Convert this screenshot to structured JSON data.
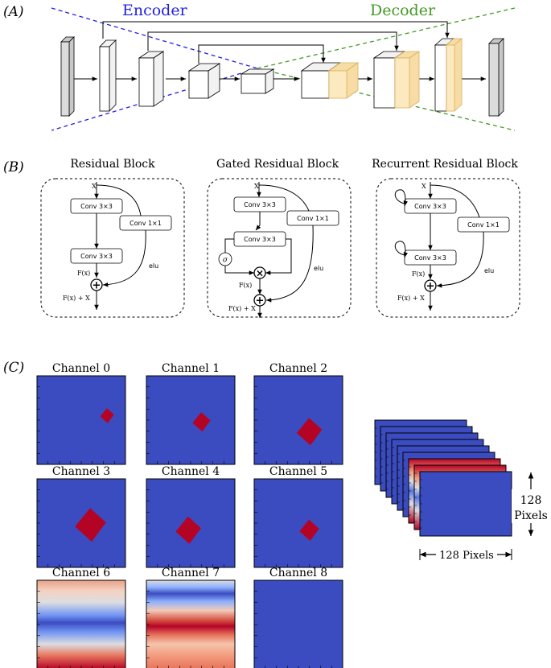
{
  "panel_a": {
    "label": "(A)",
    "encoder_label": "Encoder",
    "decoder_label": "Decoder",
    "colors": {
      "encoder": "#2222dd",
      "decoder": "#449922",
      "gray_block": "#dcdcdc",
      "white_block": "#ffffff",
      "orange_block": "#fde9c0",
      "orange_edge": "#d8b25a"
    }
  },
  "panel_b": {
    "label": "(B)",
    "blocks": [
      {
        "title": "Residual Block",
        "input": "X",
        "conv_a": "Conv 3×3",
        "conv_b": "Conv 3×3",
        "skip_conv": "Conv 1×1",
        "fx": "F(x)",
        "elu": "elu",
        "output": "F(x) + X"
      },
      {
        "title": "Gated Residual Block",
        "input": "X",
        "conv_a": "Conv 3×3",
        "conv_b": "Conv 3×3",
        "skip_conv": "Conv 1×1",
        "sigma": "σ",
        "fx": "F(x)",
        "elu": "elu",
        "output": "F(x) + X"
      },
      {
        "title": "Recurrent Residual Block",
        "input": "X",
        "conv_a": "Conv 3×3",
        "conv_b": "Conv 3×3",
        "skip_conv": "Conv 1×1",
        "fx": "F(x)",
        "elu": "elu",
        "output": "F(x) + X"
      }
    ]
  },
  "panel_c": {
    "label": "(C)",
    "channels": [
      {
        "title": "Channel 0",
        "kind": "square"
      },
      {
        "title": "Channel 1",
        "kind": "square"
      },
      {
        "title": "Channel 2",
        "kind": "square"
      },
      {
        "title": "Channel 3",
        "kind": "square"
      },
      {
        "title": "Channel 4",
        "kind": "square"
      },
      {
        "title": "Channel 5",
        "kind": "square"
      },
      {
        "title": "Channel 6",
        "kind": "field"
      },
      {
        "title": "Channel 7",
        "kind": "field"
      },
      {
        "title": "Channel 8",
        "kind": "empty"
      }
    ],
    "height_label_1": "128",
    "height_label_2": "Pixels",
    "width_label": "128 Pixels",
    "colors": {
      "background": "#3b4cc0",
      "square": "#b40426"
    }
  }
}
